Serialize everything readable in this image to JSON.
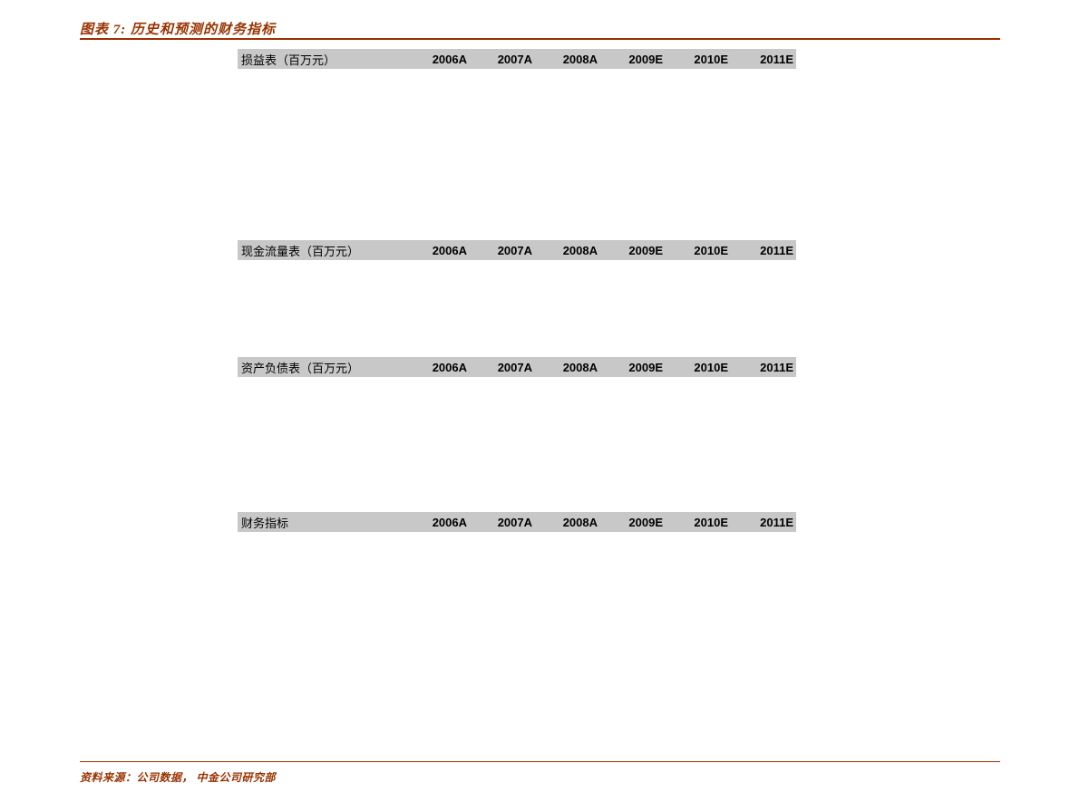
{
  "page": {
    "title": "图表 7:  历史和预测的财务指标",
    "source": "资料来源：公司数据，  中金公司研究部"
  },
  "colors": {
    "accent": "#993300",
    "header_bg": "#C8C8C8",
    "text": "#000000"
  },
  "tables": [
    {
      "label": "损益表（百万元）",
      "columns": [
        "2006A",
        "2007A",
        "2008A",
        "2009E",
        "2010E",
        "2011E"
      ]
    },
    {
      "label": "现金流量表（百万元）",
      "columns": [
        "2006A",
        "2007A",
        "2008A",
        "2009E",
        "2010E",
        "2011E"
      ]
    },
    {
      "label": "资产负债表（百万元）",
      "columns": [
        "2006A",
        "2007A",
        "2008A",
        "2009E",
        "2010E",
        "2011E"
      ]
    },
    {
      "label": "财务指标",
      "columns": [
        "2006A",
        "2007A",
        "2008A",
        "2009E",
        "2010E",
        "2011E"
      ]
    }
  ]
}
